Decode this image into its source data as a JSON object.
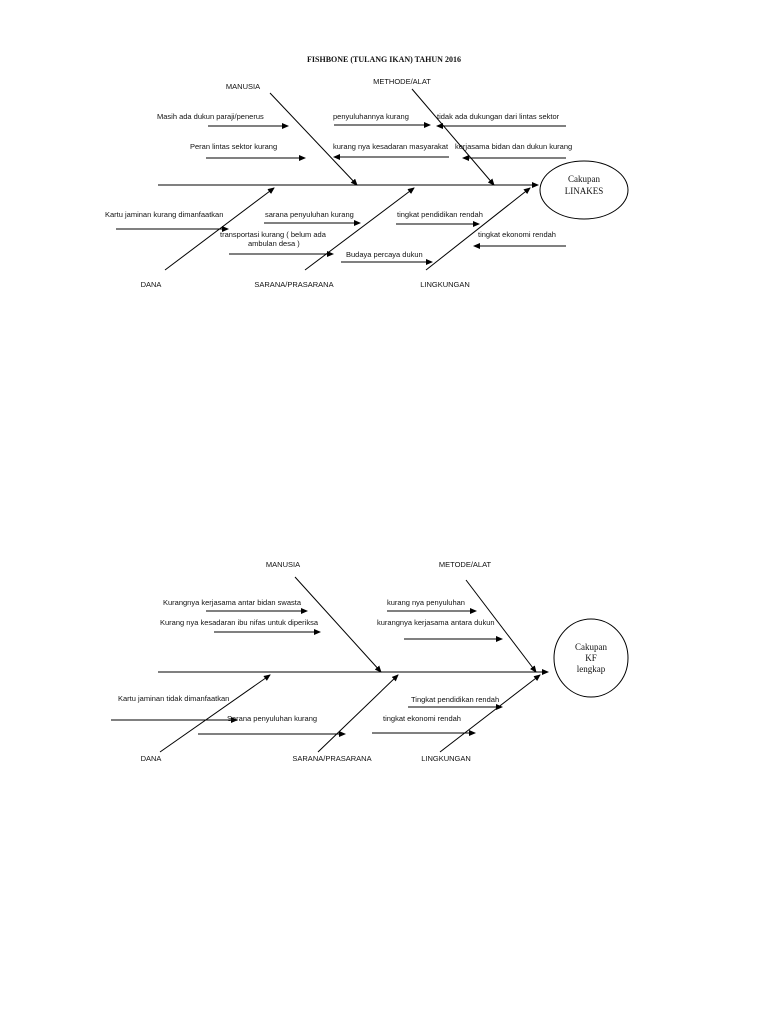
{
  "diagram1": {
    "title": "FISHBONE  (TULANG IKAN) TAHUN 2016",
    "effect": [
      "Cakupan",
      "LINAKES"
    ],
    "categories": {
      "manusia": "MANUSIA",
      "metode": "METHODE/ALAT",
      "dana": "DANA",
      "sarana": "SARANA/PRASARANA",
      "lingkungan": "LINGKUNGAN"
    },
    "causes": {
      "manusia_1": "Masih ada dukun paraji/penerus",
      "manusia_2": "Peran lintas sektor kurang",
      "metode_1": "penyuluhannya kurang",
      "metode_2": "tidak ada dukungan dari lintas sektor",
      "metode_3": "kurang nya kesadaran masyarakat",
      "metode_4": "kerjasama bidan dan dukun kurang",
      "dana_1": "Kartu jaminan kurang dimanfaatkan",
      "sarana_1": "sarana penyuluhan kurang",
      "sarana_2a": "transportasi kurang ( belum ada",
      "sarana_2b": "ambulan desa  )",
      "sarana_3": "Budaya percaya dukun",
      "lingkungan_1": "tingkat pendidikan rendah",
      "lingkungan_2": "tingkat ekonomi rendah"
    }
  },
  "diagram2": {
    "effect": [
      "Cakupan",
      "KF",
      "lengkap"
    ],
    "categories": {
      "manusia": "MANUSIA",
      "metode": "METODE/ALAT",
      "dana": "DANA",
      "sarana": "SARANA/PRASARANA",
      "lingkungan": "LINGKUNGAN"
    },
    "causes": {
      "manusia_1": "Kurangnya kerjasama antar bidan swasta",
      "manusia_2": "Kurang nya kesadaran ibu nifas untuk diperiksa",
      "metode_1": "kurang nya penyuluhan",
      "metode_2": "kurangnya kerjasama antara dukun",
      "dana_1": "Kartu jaminan tidak dimanfaatkan",
      "sarana_1": "Sarana penyuluhan kurang",
      "lingkungan_1": "Tingkat pendidikan rendah",
      "lingkungan_2": "tingkat ekonomi rendah"
    }
  }
}
